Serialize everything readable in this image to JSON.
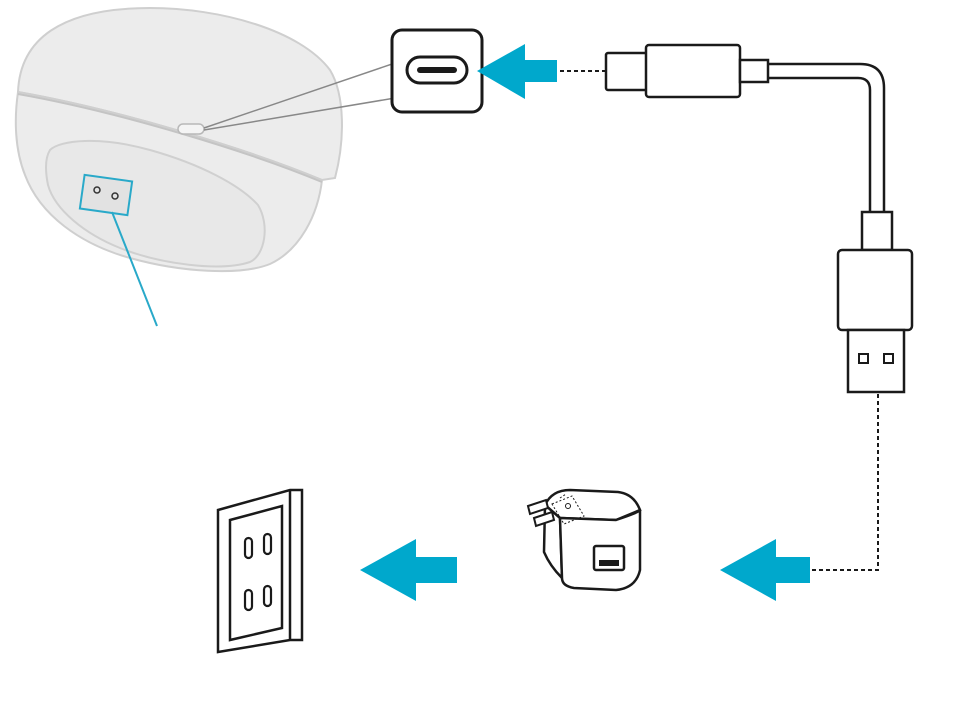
{
  "diagram": {
    "kind": "charging-connection-illustration",
    "components": [
      {
        "id": "charging-case",
        "icon": "earbuds-case-icon"
      },
      {
        "id": "usb-c-port-callout",
        "icon": "usb-c-port-icon"
      },
      {
        "id": "usb-c-plug",
        "icon": "usb-c-plug-icon"
      },
      {
        "id": "usb-cable",
        "icon": "cable-icon"
      },
      {
        "id": "usb-a-plug",
        "icon": "usb-a-plug-icon"
      },
      {
        "id": "power-adapter",
        "icon": "usb-power-adapter-icon"
      },
      {
        "id": "wall-outlet",
        "icon": "wall-outlet-icon"
      }
    ],
    "connections": [
      {
        "from": "usb-c-plug",
        "to": "usb-c-port-callout",
        "icon": "arrow-left-icon"
      },
      {
        "from": "usb-a-plug",
        "to": "power-adapter",
        "icon": "arrow-left-icon"
      },
      {
        "from": "power-adapter",
        "to": "wall-outlet",
        "icon": "arrow-left-icon"
      }
    ],
    "colors": {
      "arrow": "#00a8cc",
      "callout_line": "#29a9c9",
      "outline": "#1a1a1a",
      "case_fill": "#ececec",
      "case_stroke": "#cfcfcf"
    }
  }
}
